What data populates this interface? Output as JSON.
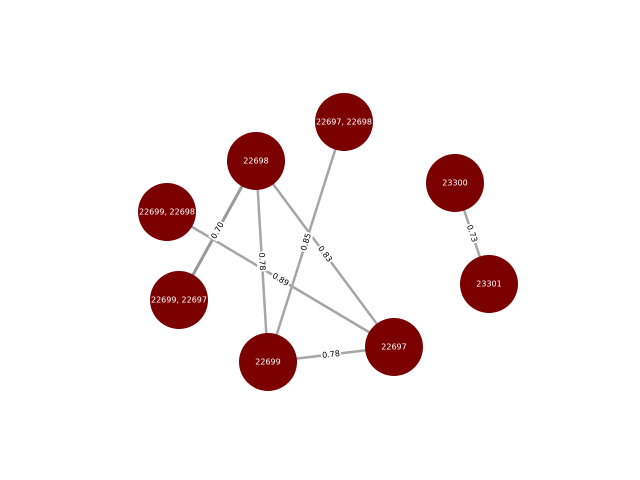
{
  "graph": {
    "node_color": "#7b0000",
    "edge_color": "#a6a6a6",
    "nodes": [
      {
        "id": "n22698",
        "label": "22698"
      },
      {
        "id": "n22697_22698",
        "label": "22697, 22698"
      },
      {
        "id": "n22699_22698",
        "label": "22699, 22698"
      },
      {
        "id": "n22699_22697",
        "label": "22699, 22697"
      },
      {
        "id": "n22699",
        "label": "22699"
      },
      {
        "id": "n22697",
        "label": "22697"
      },
      {
        "id": "n23300",
        "label": "23300"
      },
      {
        "id": "n23301",
        "label": "23301"
      }
    ],
    "edges": [
      {
        "id": "e1",
        "source": "n22698",
        "target": "n22699_22697",
        "label": "0.70"
      },
      {
        "id": "e2",
        "source": "n22698",
        "target": "n22699",
        "label": "0.78"
      },
      {
        "id": "e3",
        "source": "n22698",
        "target": "n22697",
        "label": "0.83"
      },
      {
        "id": "e4",
        "source": "n22697_22698",
        "target": "n22699",
        "label": "0.85"
      },
      {
        "id": "e5",
        "source": "n22699_22698",
        "target": "n22697",
        "label": "0.89"
      },
      {
        "id": "e6",
        "source": "n22699",
        "target": "n22697",
        "label": "0.78"
      },
      {
        "id": "e7",
        "source": "n23300",
        "target": "n23301",
        "label": "0.73"
      }
    ]
  }
}
